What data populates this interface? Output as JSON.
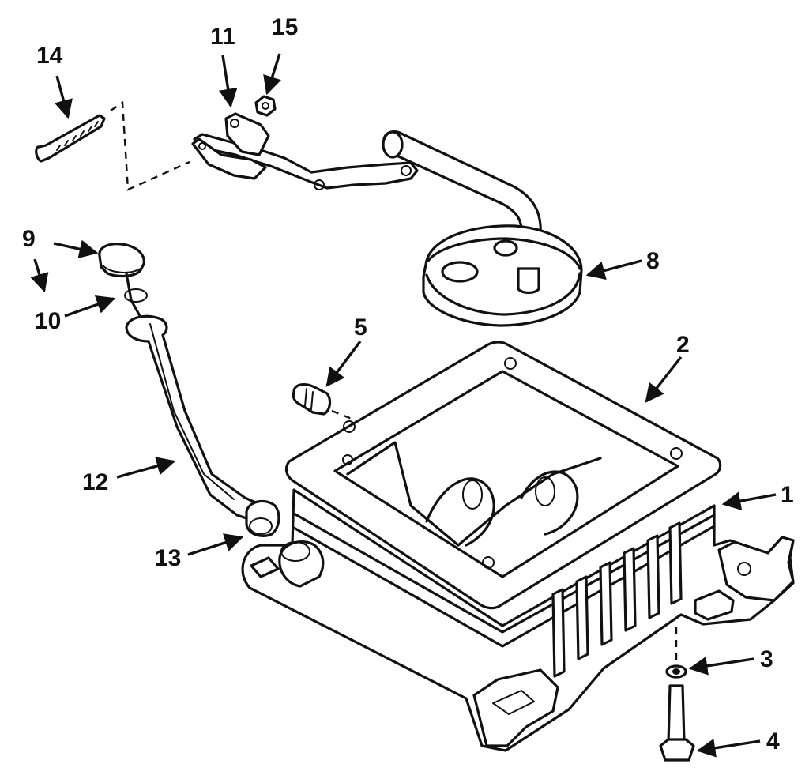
{
  "callouts": {
    "c1": "1",
    "c2": "2",
    "c3": "3",
    "c4": "4",
    "c5": "5",
    "c8": "8",
    "c9": "9",
    "c10": "10",
    "c11": "11",
    "c12": "12",
    "c13": "13",
    "c14": "14",
    "c15": "15"
  },
  "colors": {
    "line": "#111111",
    "background": "#ffffff"
  }
}
